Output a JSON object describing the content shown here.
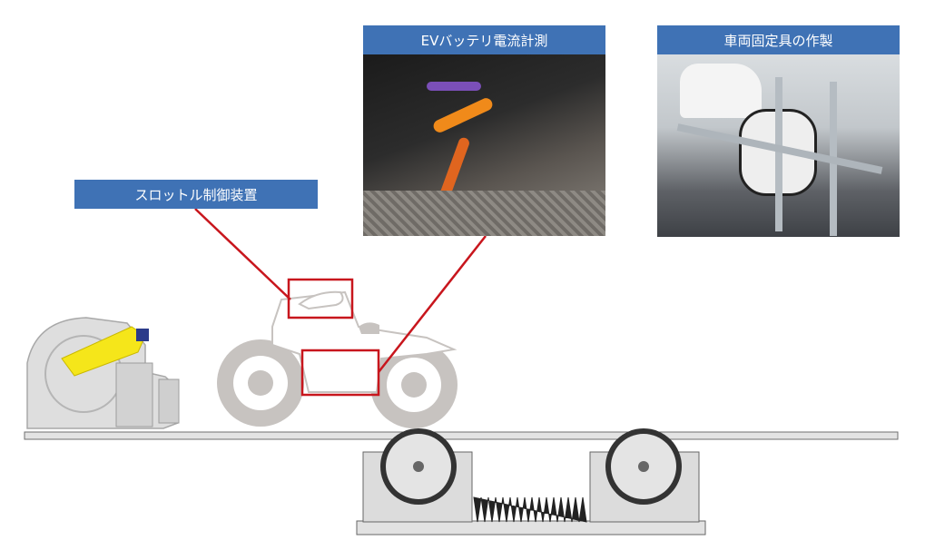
{
  "labels": {
    "throttle": "スロットル制御装置",
    "battery": "EVバッテリ電流計測",
    "fixture": "車両固定具の作製"
  },
  "colors": {
    "label_bg": "#3f72b5",
    "highlight": "#c8161d",
    "gear": "#d0d0d0",
    "arm": "#f5e61a"
  }
}
